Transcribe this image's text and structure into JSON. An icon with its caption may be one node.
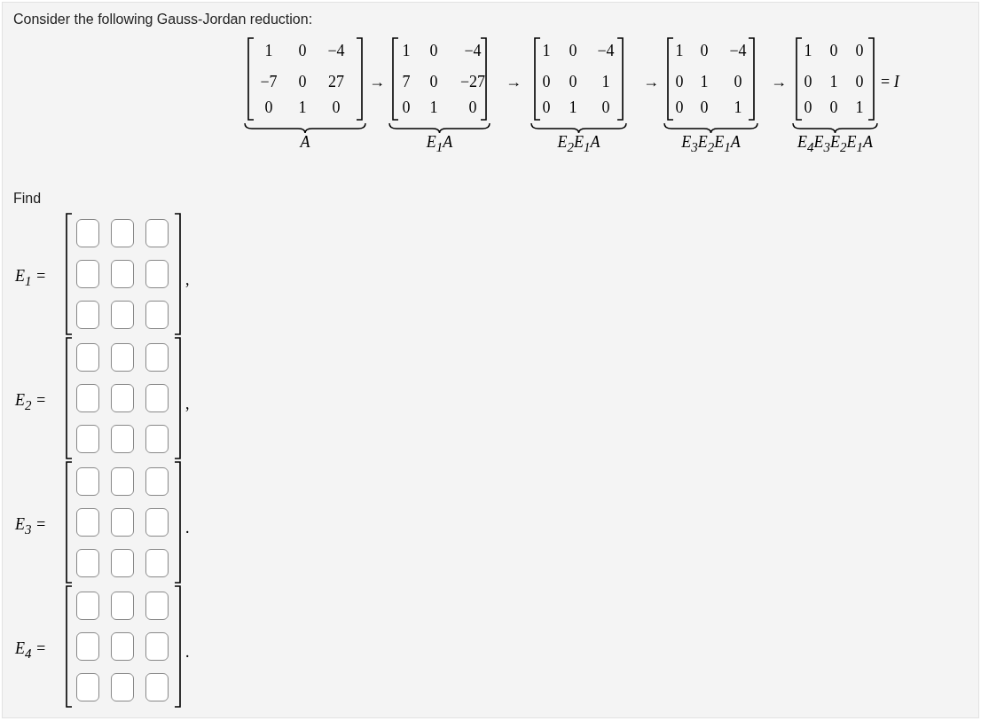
{
  "diagram": {
    "title": "Consider the following Gauss-Jordan reduction:",
    "labels": [
      "1",
      "0",
      "−4",
      "−7",
      "0",
      "27",
      "0",
      "1",
      "0",
      "→",
      "1",
      "0",
      "−4",
      "7",
      "0",
      "−27",
      "0",
      "1",
      "0",
      "→",
      "1",
      "0",
      "−4",
      "0",
      "0",
      "1",
      "0",
      "1",
      "0",
      "→",
      "1",
      "0",
      "−4",
      "0",
      "1",
      "0",
      "0",
      "0",
      "1",
      "→",
      "1",
      "0",
      "0",
      "0",
      "1",
      "0",
      "0",
      "0",
      "1",
      "= *I*",
      "A",
      "E$_{1}$A",
      "E$_{2}$E$_{1}$A",
      "E$_{3}$E$_{2}$E$_{1}$A",
      "E$_{4}$E$_{3}$E$_{2}$E$_{1}$A",
      "Find",
      "E$_{1}$ =",
      ",",
      "E$_{2}$ =",
      ",",
      "E$_{3}$ =",
      ".",
      "E$_{4}$ =",
      "."
    ]
  }
}
